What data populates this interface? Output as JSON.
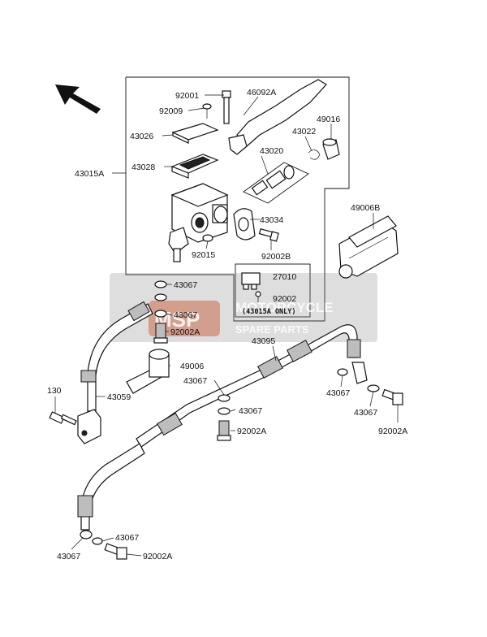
{
  "watermark": {
    "logo_letters": "MSP",
    "line1": "MOTORCYCLE",
    "line2": "SPARE PARTS",
    "color": "#c86a4a"
  },
  "direction_arrow": "up-left-arrow",
  "callouts": {
    "p92001": "92001",
    "p46092A": "46092A",
    "p92009": "92009",
    "p49016": "49016",
    "p43022": "43022",
    "p43026": "43026",
    "p43020": "43020",
    "p43028": "43028",
    "p43015A": "43015A",
    "p43034": "43034",
    "p49006B": "49006B",
    "p92015": "92015",
    "p92002B": "92002B",
    "p27010": "27010",
    "p92002": "92002",
    "note": "(43015A ONLY)",
    "p43067_a": "43067",
    "p43067_b": "43067",
    "p92002A_a": "92002A",
    "p43095": "43095",
    "p49006": "49006",
    "p43067_c": "43067",
    "p130": "130",
    "p43059": "43059",
    "p43067_d": "43067",
    "p92002A_b": "92002A",
    "p43067_e": "43067",
    "p43067_f": "43067",
    "p92002A_c": "92002A",
    "p43067_g": "43067",
    "p43067_h": "43067",
    "p92002A_d": "92002A"
  }
}
